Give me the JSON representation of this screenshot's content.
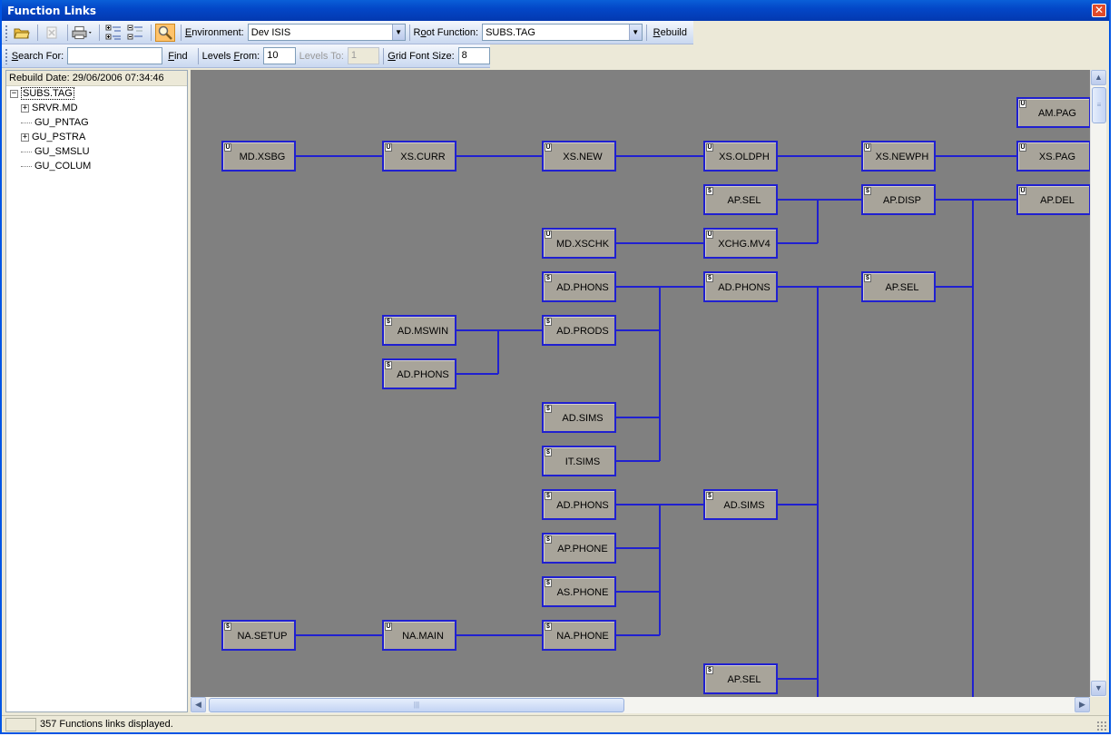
{
  "window": {
    "title": "Function Links",
    "close_glyph": "✕"
  },
  "toolbar1": {
    "environment_label_pre": "",
    "environment_label_u": "E",
    "environment_label_post": "nvironment:",
    "environment_value": "Dev ISIS",
    "root_label_pre": "R",
    "root_label_u": "o",
    "root_label_post": "ot Function:",
    "root_value": "SUBS.TAG",
    "rebuild_u": "R",
    "rebuild_rest": "ebuild",
    "icons": [
      "open-folder-icon",
      "delete-icon",
      "print-icon",
      "expand-tree-icon",
      "collapse-tree-icon",
      "highlight-icon"
    ]
  },
  "toolbar2": {
    "search_u": "S",
    "search_rest": "earch For:",
    "search_value": "",
    "find_u": "F",
    "find_rest": "ind",
    "levels_from_pre": "Levels ",
    "levels_from_u": "F",
    "levels_from_post": "rom:",
    "levels_from_value": "10",
    "levels_to_label": "Levels To:",
    "levels_to_value": "1",
    "grid_font_u": "G",
    "grid_font_rest": "rid Font Size:",
    "grid_font_value": "8"
  },
  "tree": {
    "rebuild_date": "Rebuild Date: 29/06/2006 07:34:46",
    "root": "SUBS.TAG",
    "children": [
      {
        "label": "SRVR.MD",
        "expandable": true
      },
      {
        "label": "GU_PNTAG",
        "expandable": false
      },
      {
        "label": "GU_PSTRA",
        "expandable": true
      },
      {
        "label": "GU_SMSLU",
        "expandable": false
      },
      {
        "label": "GU_COLUM",
        "expandable": false
      }
    ]
  },
  "graph": {
    "border_color": "#2020d0",
    "node_fill": "#a8a49a",
    "nodes": [
      {
        "badge": "U",
        "label": "AM.PAG"
      },
      {
        "badge": "U",
        "label": "MD.XSBG"
      },
      {
        "badge": "U",
        "label": "XS.CURR"
      },
      {
        "badge": "U",
        "label": "XS.NEW"
      },
      {
        "badge": "U",
        "label": "XS.OLDPH"
      },
      {
        "badge": "U",
        "label": "XS.NEWPH"
      },
      {
        "badge": "U",
        "label": "XS.PAG"
      },
      {
        "badge": "$",
        "label": "AP.SEL"
      },
      {
        "badge": "$",
        "label": "AP.DISP"
      },
      {
        "badge": "U",
        "label": "AP.DEL"
      },
      {
        "badge": "U",
        "label": "MD.XSCHK"
      },
      {
        "badge": "U",
        "label": "XCHG.MV4"
      },
      {
        "badge": "$",
        "label": "AD.PHONS"
      },
      {
        "badge": "$",
        "label": "AD.PHONS"
      },
      {
        "badge": "$",
        "label": "AP.SEL"
      },
      {
        "badge": "$",
        "label": "AD.MSWIN"
      },
      {
        "badge": "$",
        "label": "AD.PRODS"
      },
      {
        "badge": "$",
        "label": "AD.PHONS"
      },
      {
        "badge": "$",
        "label": "AD.SIMS"
      },
      {
        "badge": "$",
        "label": "IT.SIMS"
      },
      {
        "badge": "$",
        "label": "AD.PHONS"
      },
      {
        "badge": "$",
        "label": "AD.SIMS"
      },
      {
        "badge": "$",
        "label": "AP.PHONE"
      },
      {
        "badge": "$",
        "label": "AS.PHONE"
      },
      {
        "badge": "$",
        "label": "NA.SETUP"
      },
      {
        "badge": "U",
        "label": "NA.MAIN"
      },
      {
        "badge": "$",
        "label": "NA.PHONE"
      },
      {
        "badge": "$",
        "label": "AP.SEL"
      }
    ]
  },
  "status": {
    "text": "357 Functions links displayed."
  }
}
